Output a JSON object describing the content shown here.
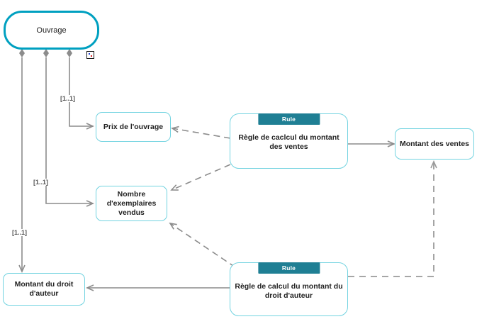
{
  "diagram": {
    "title": "Ouvrage business rules diagram",
    "colors": {
      "root_border": "#00a0c0",
      "node_border": "#72d3e0",
      "rule_tag_bg": "#1f7f94",
      "edge": "#8c8c8c",
      "text": "#222222"
    }
  },
  "nodes": {
    "root": {
      "label": "Ouvrage"
    },
    "prix": {
      "label": "Prix de l'ouvrage"
    },
    "nombre": {
      "label": "Nombre d'exemplaires vendus"
    },
    "montant_droit": {
      "label": "Montant du droit d'auteur"
    },
    "montant_ventes": {
      "label": "Montant des ventes"
    },
    "rule_ventes": {
      "tag": "Rule",
      "label": "Règle de caclcul du montant des ventes"
    },
    "rule_droit": {
      "tag": "Rule",
      "label": "Règle de calcul du montant du droit d'auteur"
    }
  },
  "multiplicities": [
    {
      "text": "[1..1]"
    },
    {
      "text": "[1..1]"
    },
    {
      "text": "[1..1]"
    }
  ],
  "icons": {
    "note_marker": "note-marker-icon"
  }
}
